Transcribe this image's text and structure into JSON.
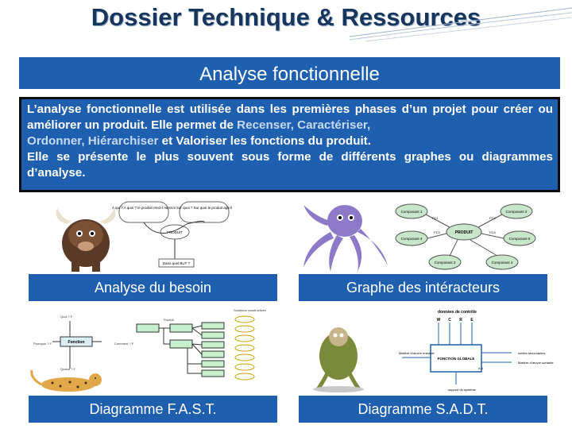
{
  "header": {
    "title": "Dossier Technique & Ressources",
    "subtitle": "Analyse fonctionnelle"
  },
  "intro": {
    "part1": "L’analyse fonctionnelle est utilisée dans les premières phases d’un projet pour créer ou améliorer un produit. Elle permet de ",
    "highlight1": "Recenser, Caractériser,",
    "line_break_text": "Ordonner, Hiérarchiser",
    "part2": " et Valoriser les fonctions du produit.",
    "part3": "Elle se présente le plus souvent sous forme de différents graphes ou diagrammes d’analyse."
  },
  "tools": [
    {
      "caption": "Analyse du besoin",
      "diagram": {
        "bubble_left": "A qui ? A quoi ? le produit rend-il service",
        "bubble_right": "Sur quoi ? Sur quoi le produit agit-il",
        "center": "PRODUIT",
        "bottom": "Dans quel BUT ?"
      }
    },
    {
      "caption": "Graphe des intéracteurs",
      "diagram": {
        "center": "PRODUIT",
        "nodes": [
          "Composant 1",
          "Composant 2",
          "Composant 4",
          "Composant 5",
          "Composant 3",
          "Composant 4"
        ],
        "links": [
          "FC1",
          "FC2",
          "FC3",
          "FC4"
        ]
      }
    },
    {
      "caption": "Diagramme F.A.S.T.",
      "diagram": {
        "quoi": "Quoi ? F",
        "pourquoi": "Pourquoi ? F",
        "comment": "Comment ? F",
        "quand": "Quand ? F",
        "fonction": "Fonction",
        "produit": "Produit",
        "solutions": "Solutions constructives"
      }
    },
    {
      "caption": "Diagramme S.A.D.T.",
      "diagram": {
        "donnees": "données de contrôle",
        "controls": [
          "W",
          "C",
          "R",
          "E"
        ],
        "center": "FONCTION GLOBALE",
        "input": "Matière d'œuvre entrante",
        "output": "Matière d'œuvre sortante",
        "side": "sorties secondaires",
        "support": "support du système",
        "code": "A-0"
      }
    }
  ],
  "colors": {
    "accent": "#1f5fb0",
    "title": "#17365d"
  }
}
